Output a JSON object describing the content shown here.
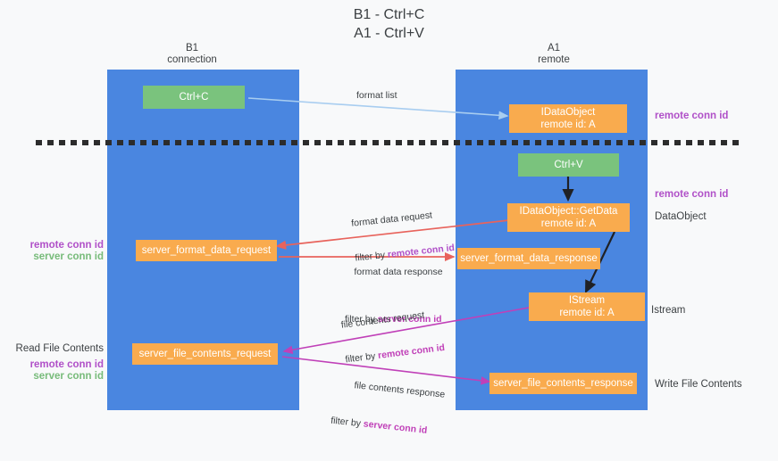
{
  "title": "B1 - Ctrl+C\nA1 - Ctrl+V",
  "lanes": [
    {
      "name": "B1",
      "sublabel": "B1\nconnection"
    },
    {
      "name": "A1",
      "sublabel": "A1\nremote"
    }
  ],
  "boxes": {
    "ctrl_c": "Ctrl+C",
    "ctrl_v": "Ctrl+V",
    "idataobject": "IDataObject\nremote id: A",
    "idataobject_getdata": "IDataObject::GetData\nremote id: A",
    "istream": "IStream\nremote id: A",
    "server_format_data_request": "server_format_data_request",
    "server_format_data_response": "server_format_data_response",
    "server_file_contents_request": "server_file_contents_request",
    "server_file_contents_response": "server_file_contents_response"
  },
  "flows": {
    "format_list": "format list",
    "format_data_request": "format data request",
    "format_data_request_filter_prefix": "filter by ",
    "format_data_request_filter_key": "remote conn id",
    "format_data_response": "format data response",
    "format_data_response_filter_prefix": "filter by ",
    "format_data_response_filter_key": "server conn id",
    "file_contents_request": "file contents request",
    "file_contents_request_filter_prefix": "filter by ",
    "file_contents_request_filter_key": "remote conn id",
    "file_contents_response": "file contents response",
    "file_contents_response_filter_prefix": "filter by ",
    "file_contents_response_filter_key": "server conn id"
  },
  "annotations": {
    "right_remote_conn_id_top": "remote conn id",
    "right_remote_conn_id_mid": "remote conn id",
    "right_dataobject": "DataObject",
    "right_istream": "Istream",
    "right_write_file_contents": "Write File Contents",
    "left_remote_conn_id_mid": "remote conn id",
    "left_server_conn_id_mid": "server conn id",
    "left_read_file_contents": "Read File Contents",
    "left_remote_conn_id_bottom": "remote conn id",
    "left_server_conn_id_bottom": "server conn id"
  },
  "colors": {
    "lane": "#4a86e0",
    "green_box": "#7ac37d",
    "orange_box": "#f9ab4e",
    "purple_text": "#b050c8",
    "green_text": "#77bb7a",
    "background": "#f8f9fa",
    "divider": "#2c2c2c",
    "arrow_blue": "#a8cdf0",
    "arrow_red": "#e8635c",
    "arrow_magenta": "#c040b8",
    "arrow_black": "#202124"
  }
}
